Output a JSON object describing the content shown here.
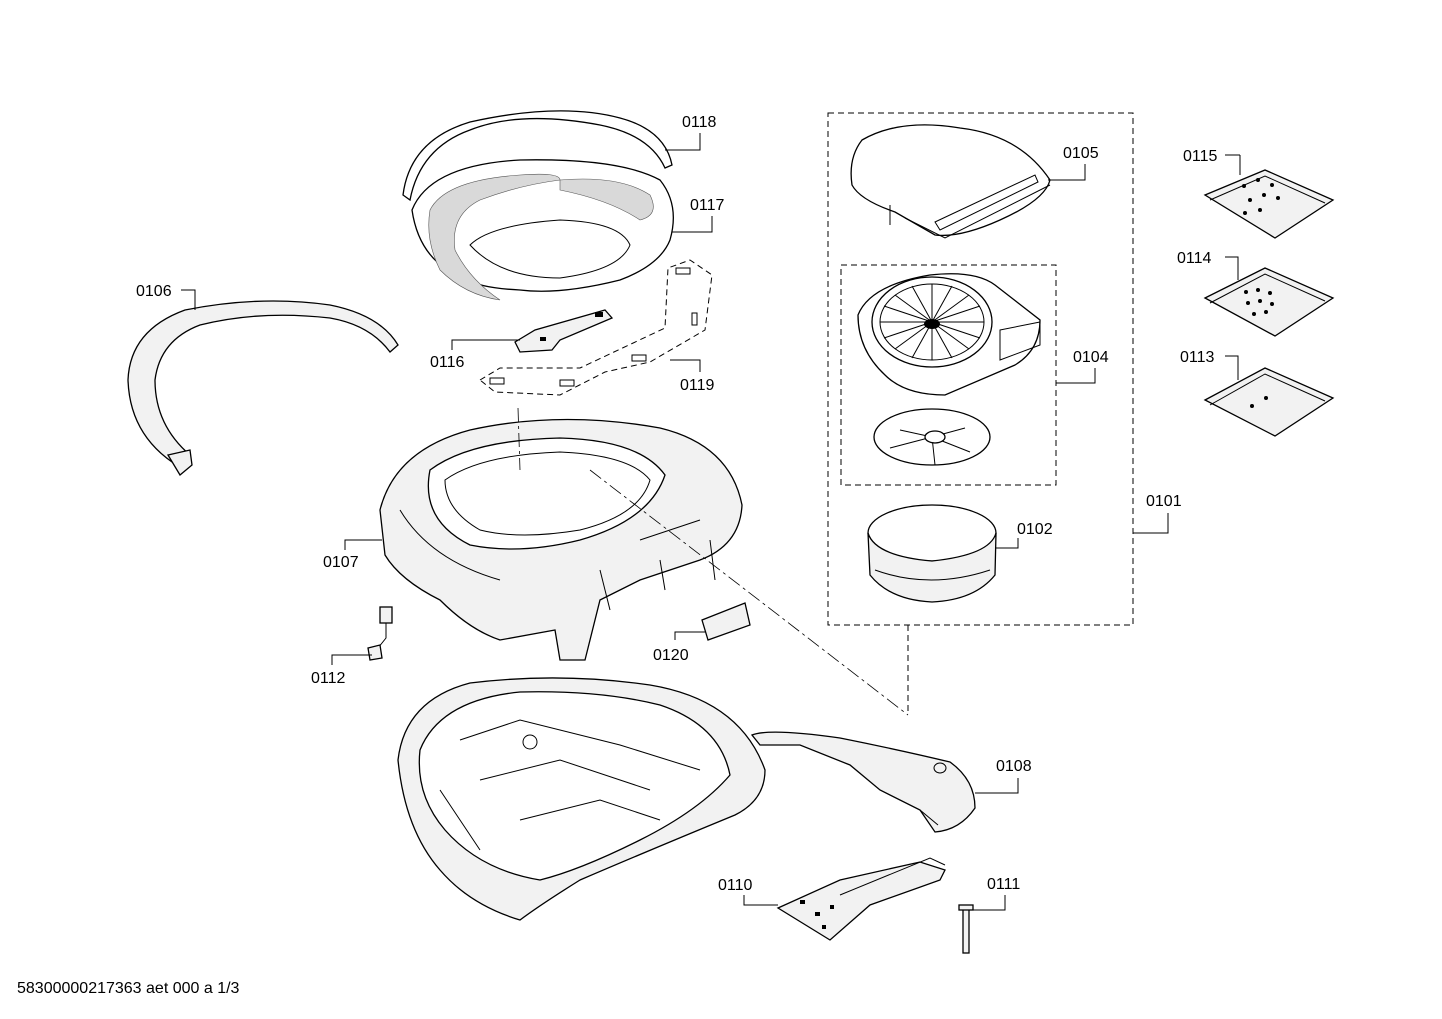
{
  "labels": {
    "p0101": "0101",
    "p0102": "0102",
    "p0104": "0104",
    "p0105": "0105",
    "p0106": "0106",
    "p0107": "0107",
    "p0108": "0108",
    "p0110": "0110",
    "p0111": "0111",
    "p0112": "0112",
    "p0113": "0113",
    "p0114": "0114",
    "p0115": "0115",
    "p0116": "0116",
    "p0117": "0117",
    "p0118": "0118",
    "p0119": "0119",
    "p0120": "0120"
  },
  "footer": {
    "document_code": "58300000217363 aet 000 a 1/3"
  }
}
